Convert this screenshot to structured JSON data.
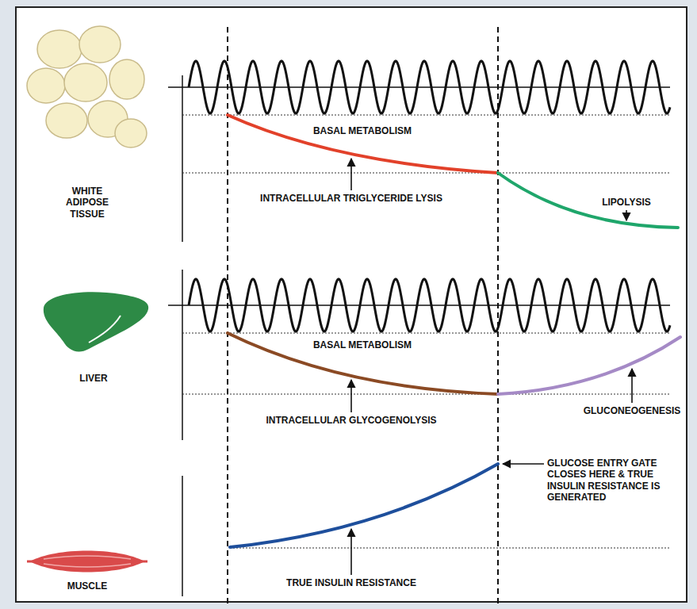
{
  "diagram": {
    "labels": [
      "WHITE ADIPOSE TISSUE",
      "BASAL METABOLISM",
      "INTRACELLULAR TRIGLYCERIDE LYSIS",
      "LIPOLYSIS",
      "LIVER",
      "BASAL METABOLISM",
      "INTRACELLULAR GLYCOGENOLYSIS",
      "GLUCONEOGENESIS",
      "GLUCOSE ENTRY GATE CLOSES HERE & TRUE INSULIN RESISTANCE IS GENERATED",
      "MUSCLE",
      "TRUE INSULIN RESISTANCE"
    ]
  }
}
